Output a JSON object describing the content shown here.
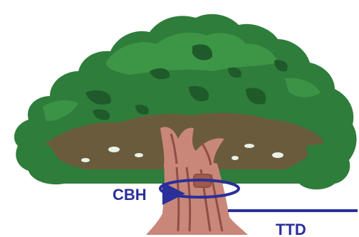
{
  "diagram": {
    "labels": {
      "cbh": "CBH",
      "ttd": "TTD"
    },
    "colors": {
      "canopy": "#2f7d3a",
      "canopy_light": "#3f9a48",
      "canopy_dark": "#1f5a2a",
      "lower_canopy": "#6e5a3c",
      "trunk": "#c9877a",
      "trunk_dark": "#8e4e44",
      "annotation": "#2a2f9a"
    },
    "icons": {
      "tree": "tree-illustration",
      "cbh_marker": "circumference-arrow",
      "ttd_marker": "horizontal-line"
    }
  }
}
